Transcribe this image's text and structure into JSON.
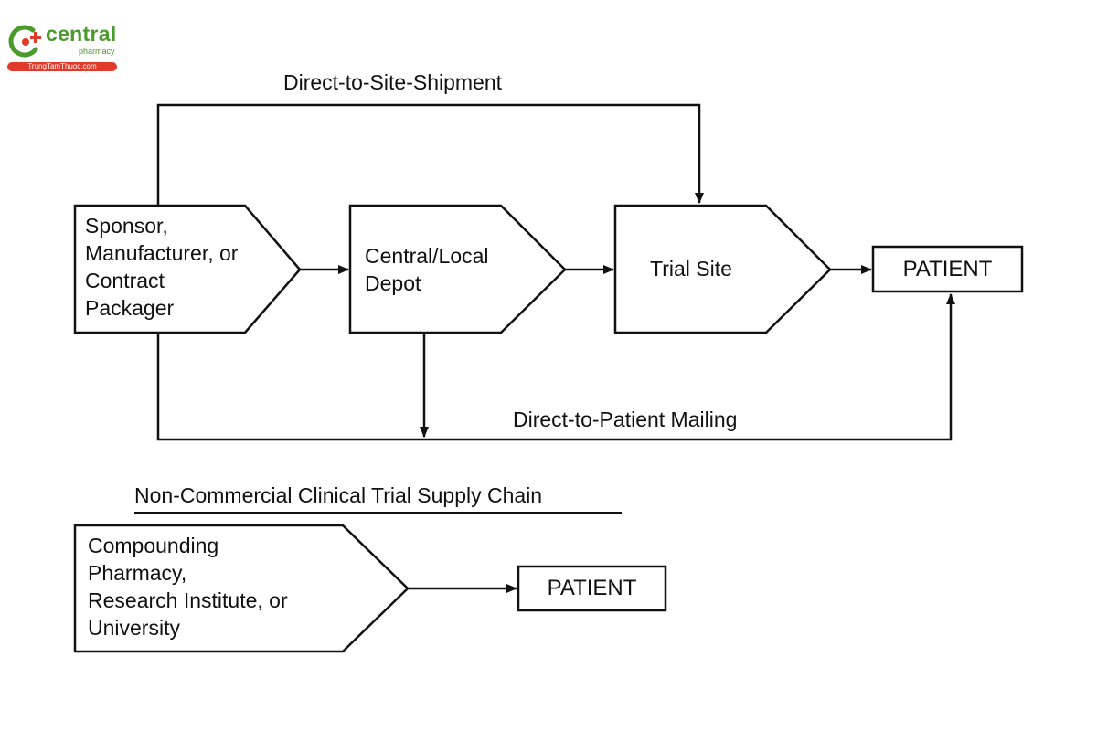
{
  "logo": {
    "brand": "central",
    "sub": "pharmacy",
    "url": "TrungTamThuoc.com",
    "accent_green": "#4a9a2c",
    "accent_red": "#e03b2a"
  },
  "main_chain": {
    "sponsor_lines": [
      "Sponsor,",
      "Manufacturer, or",
      "Contract",
      "Packager"
    ],
    "depot_lines": [
      "Central/Local",
      "Depot"
    ],
    "trial_site": "Trial Site",
    "patient": "PATIENT",
    "direct_to_site_label": "Direct-to-Site-Shipment",
    "direct_to_patient_label": "Direct-to-Patient Mailing"
  },
  "noncommercial": {
    "heading": "Non-Commercial Clinical Trial Supply Chain",
    "source_lines": [
      "Compounding",
      "Pharmacy,",
      "Research Institute, or",
      "University"
    ],
    "patient": "PATIENT"
  }
}
